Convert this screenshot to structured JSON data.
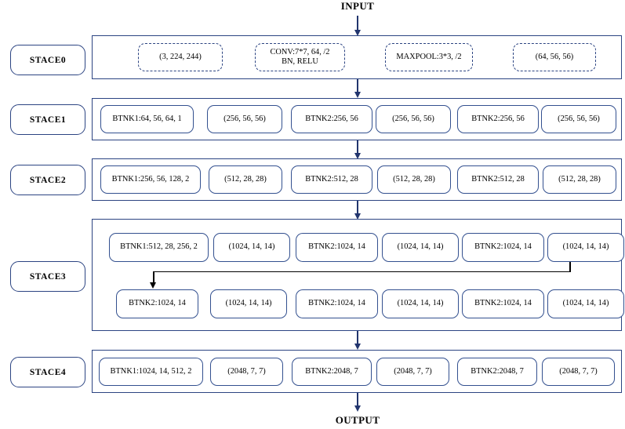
{
  "diagram": {
    "title": "ResNet-50 staged architecture flow diagram",
    "input_label": "INPUT",
    "output_label": "OUTPUT",
    "colors": {
      "border_navy": "#2c4482",
      "chip_border": "#33508f",
      "arrow_navy": "#22356e",
      "wrap_connector": "#000000",
      "background": "#ffffff"
    },
    "stages": [
      {
        "name": "STACE0",
        "chip_style": "dashed",
        "rows": [
          {
            "chips": [
              {
                "label": "(3, 224, 244)"
              },
              {
                "label": "CONV:7*7, 64, /2\nBN, RELU"
              },
              {
                "label": "MAXPOOL:3*3, /2"
              },
              {
                "label": "(64, 56, 56)"
              }
            ]
          }
        ]
      },
      {
        "name": "STACE1",
        "chip_style": "solid",
        "rows": [
          {
            "chips": [
              {
                "label": "BTNK1:64, 56, 64, 1"
              },
              {
                "label": "(256, 56, 56)"
              },
              {
                "label": "BTNK2:256, 56"
              },
              {
                "label": "(256, 56, 56)"
              },
              {
                "label": "BTNK2:256, 56"
              },
              {
                "label": "(256, 56, 56)"
              }
            ]
          }
        ]
      },
      {
        "name": "STACE2",
        "chip_style": "solid",
        "rows": [
          {
            "chips": [
              {
                "label": "BTNK1:256, 56, 128, 2"
              },
              {
                "label": "(512, 28, 28)"
              },
              {
                "label": "BTNK2:512, 28"
              },
              {
                "label": "(512, 28, 28)"
              },
              {
                "label": "BTNK2:512, 28"
              },
              {
                "label": "(512, 28, 28)"
              }
            ]
          }
        ]
      },
      {
        "name": "STACE3",
        "chip_style": "solid",
        "rows": [
          {
            "chips": [
              {
                "label": "BTNK1:512, 28, 256, 2"
              },
              {
                "label": "(1024, 14, 14)"
              },
              {
                "label": "BTNK2:1024, 14"
              },
              {
                "label": "(1024, 14, 14)"
              },
              {
                "label": "BTNK2:1024, 14"
              },
              {
                "label": "(1024, 14, 14)"
              }
            ]
          },
          {
            "chips": [
              {
                "label": "BTNK2:1024, 14"
              },
              {
                "label": "(1024, 14, 14)"
              },
              {
                "label": "BTNK2:1024, 14"
              },
              {
                "label": "(1024, 14, 14)"
              },
              {
                "label": "BTNK2:1024, 14"
              },
              {
                "label": "(1024, 14, 14)"
              }
            ]
          }
        ]
      },
      {
        "name": "STACE4",
        "chip_style": "solid",
        "rows": [
          {
            "chips": [
              {
                "label": "BTNK1:1024, 14, 512, 2"
              },
              {
                "label": "(2048, 7, 7)"
              },
              {
                "label": "BTNK2:2048, 7"
              },
              {
                "label": "(2048, 7, 7)"
              },
              {
                "label": "BTNK2:2048, 7"
              },
              {
                "label": "(2048, 7, 7)"
              }
            ]
          }
        ]
      }
    ]
  }
}
